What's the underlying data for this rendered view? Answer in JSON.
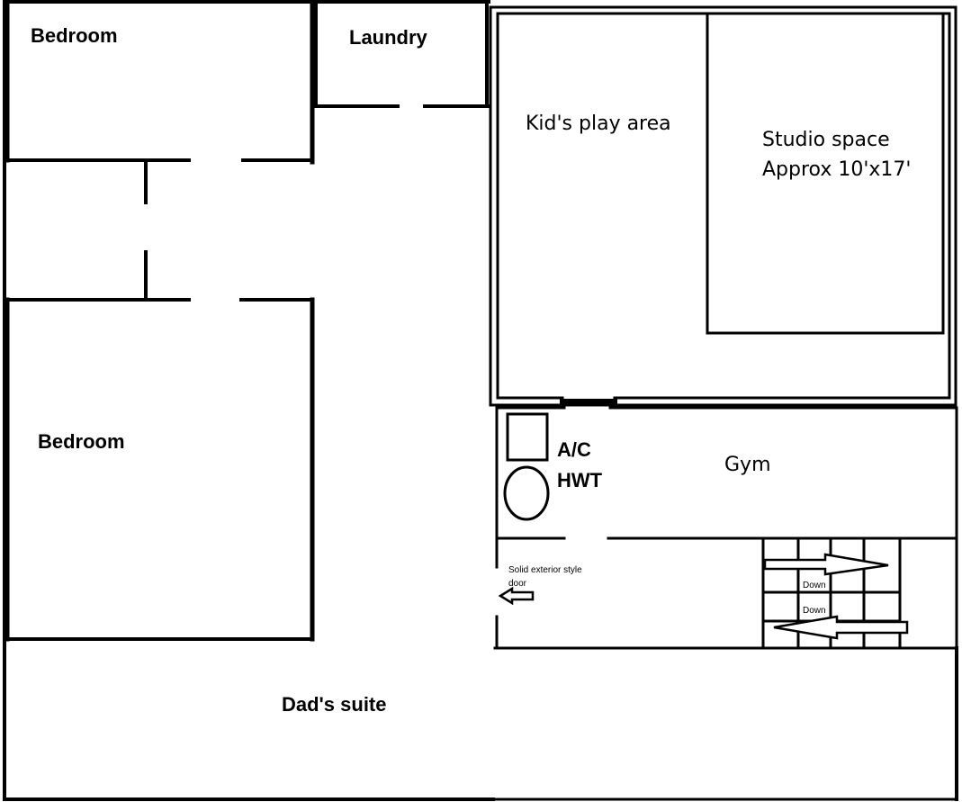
{
  "rooms": {
    "bedroom_top": "Bedroom",
    "laundry": "Laundry",
    "kids_play": "Kid's play area",
    "studio_line1": "Studio space",
    "studio_line2": "Approx 10'x17'",
    "bedroom_bottom": "Bedroom",
    "ac": "A/C",
    "hwt": "HWT",
    "gym": "Gym",
    "door_note_line1": "Solid exterior style",
    "door_note_line2": "door",
    "stairs_down_1": "Down",
    "stairs_down_2": "Down",
    "dads_suite": "Dad's suite"
  }
}
